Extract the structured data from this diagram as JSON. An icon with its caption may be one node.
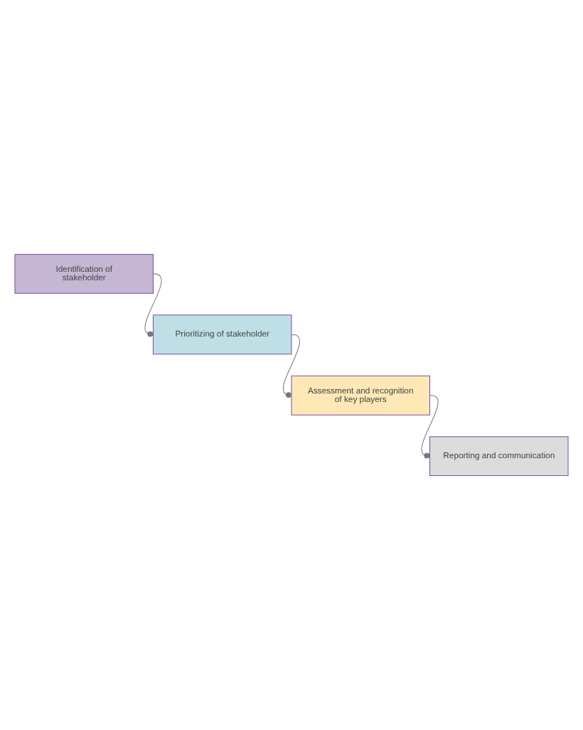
{
  "diagram": {
    "nodes": [
      {
        "text": [
          "Identification of stakeholder"
        ]
      },
      {
        "text": [
          "Prioritizing of stakeholder"
        ]
      },
      {
        "text": [
          "Assessment and recognition of key players"
        ]
      },
      {
        "text": [
          "Reporting and communication"
        ]
      }
    ],
    "edges": [
      {
        "from": 0,
        "to": 1,
        "arrow": "other"
      },
      {
        "from": 1,
        "to": 2,
        "arrow": "other"
      },
      {
        "from": 2,
        "to": 3,
        "arrow": "other"
      }
    ]
  }
}
